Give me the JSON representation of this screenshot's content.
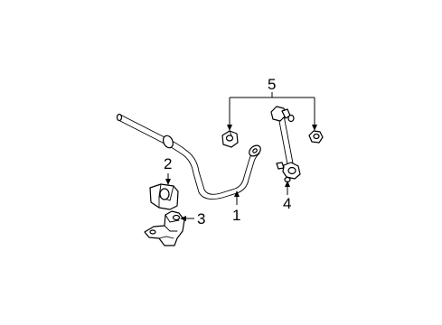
{
  "callouts": [
    {
      "id": "1",
      "label": "1"
    },
    {
      "id": "2",
      "label": "2"
    },
    {
      "id": "3",
      "label": "3"
    },
    {
      "id": "4",
      "label": "4"
    },
    {
      "id": "5",
      "label": "5"
    }
  ],
  "parts": [
    {
      "callout": "1",
      "icon": "stabilizer-bar"
    },
    {
      "callout": "2",
      "icon": "bushing"
    },
    {
      "callout": "3",
      "icon": "bushing-bracket"
    },
    {
      "callout": "4",
      "icon": "stabilizer-link"
    },
    {
      "callout": "5",
      "icon": "link-nuts"
    }
  ],
  "colors": {
    "line": "#000000",
    "background": "#ffffff"
  }
}
